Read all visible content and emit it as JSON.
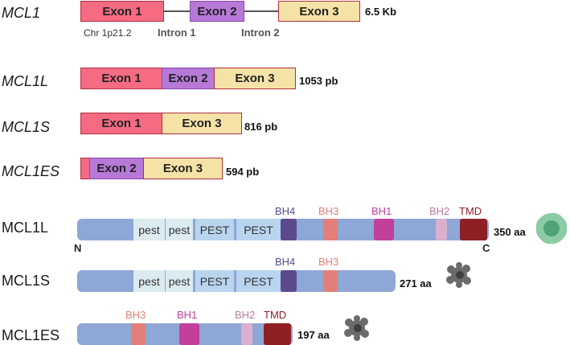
{
  "genes": {
    "mcl1": {
      "name": "MCL1",
      "size": "6.5 Kb",
      "chr": "Chr 1p21.2",
      "intron1": "Intron 1",
      "intron2": "Intron 2",
      "exon1": "Exon 1",
      "exon2": "Exon 2",
      "exon3": "Exon 3"
    },
    "mcl1l": {
      "name": "MCL1L",
      "size": "1053 pb",
      "exon1": "Exon 1",
      "exon2": "Exon 2",
      "exon3": "Exon 3"
    },
    "mcl1s": {
      "name": "MCL1S",
      "size": "816 pb",
      "exon1": "Exon 1",
      "exon3": "Exon 3"
    },
    "mcl1es": {
      "name": "MCL1ES",
      "size": "594 pb",
      "exon2": "Exon 2",
      "exon3": "Exon 3"
    }
  },
  "proteins": {
    "mcl1l": {
      "name": "MCL1L",
      "size": "350 aa",
      "n": "N",
      "c": "C",
      "pest": "pest",
      "pest_upper": "PEST",
      "bh4": "BH4",
      "bh3": "BH3",
      "bh1": "BH1",
      "bh2": "BH2",
      "tmd": "TMD"
    },
    "mcl1s": {
      "name": "MCL1S",
      "size": "271 aa",
      "pest": "pest",
      "pest_upper": "PEST",
      "bh4": "BH4",
      "bh3": "BH3"
    },
    "mcl1es": {
      "name": "MCL1ES",
      "size": "197 aa",
      "bh3": "BH3",
      "bh1": "BH1",
      "bh2": "BH2",
      "tmd": "TMD"
    }
  },
  "colors": {
    "bh4": "#5c4a8c",
    "bh3": "#e37f78",
    "bh1": "#c2409a",
    "bh2": "#dbb0cf",
    "tmd": "#8f1f25",
    "healthy_cell": "#7ec79a",
    "dead_cell": "#6b6b6b"
  },
  "icons": [
    "healthy-cell-icon",
    "apoptotic-cell-icon"
  ]
}
